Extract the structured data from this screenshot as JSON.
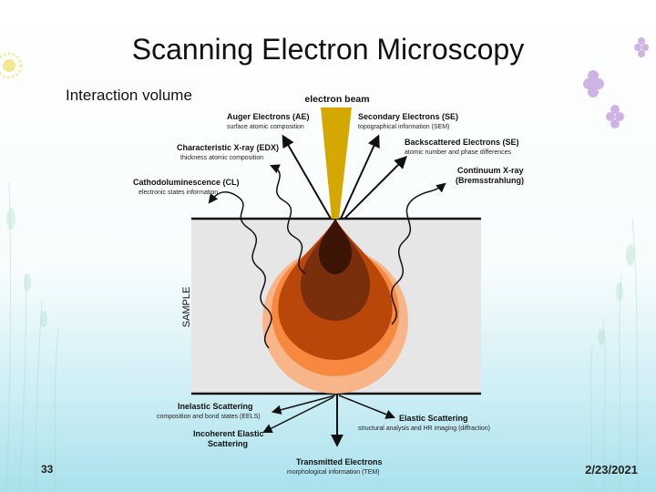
{
  "slide": {
    "title": "Scanning Electron Microscopy",
    "subtitle": "Interaction volume",
    "slide_number": "33",
    "date": "2/23/2021"
  },
  "diagram": {
    "beam_label": "electron beam",
    "sample_label": "SAMPLE",
    "signals": {
      "auger": {
        "title": "Auger Electrons (AE)",
        "desc": "surface atomic composition"
      },
      "secondary": {
        "title": "Secondary Electrons (SE)",
        "desc": "topographical information (SEM)"
      },
      "edx": {
        "title": "Characteristic X-ray (EDX)",
        "desc": "thickness atomic composition"
      },
      "backscattered": {
        "title": "Backscattered Electrons (SE)",
        "desc": "atomic number and phase differences"
      },
      "continuum": {
        "title": "Continuum X-ray",
        "desc": "(Bremsstrahlung)"
      },
      "cl": {
        "title": "Cathodoluminescence (CL)",
        "desc": "electronic states information"
      },
      "inelastic": {
        "title": "Inelastic Scattering",
        "desc": "composition and bond states (EELS)"
      },
      "elastic": {
        "title": "Elastic Scattering",
        "desc": "structural analysis and HR imaging (diffraction)"
      },
      "incoherent": {
        "title_line1": "Incoherent Elastic",
        "title_line2": "Scattering"
      },
      "transmitted": {
        "title": "Transmitted Electrons",
        "desc": "morphological information (TEM)"
      }
    },
    "colors": {
      "beam": "#d4a800",
      "sample": "#e6e6e6",
      "zone_outer": "#f9b58a",
      "zone_mid": "#f7883f",
      "zone_inner": "#b9470a",
      "zone_core": "#7a2f0c",
      "zone_center": "#3b1405"
    }
  }
}
